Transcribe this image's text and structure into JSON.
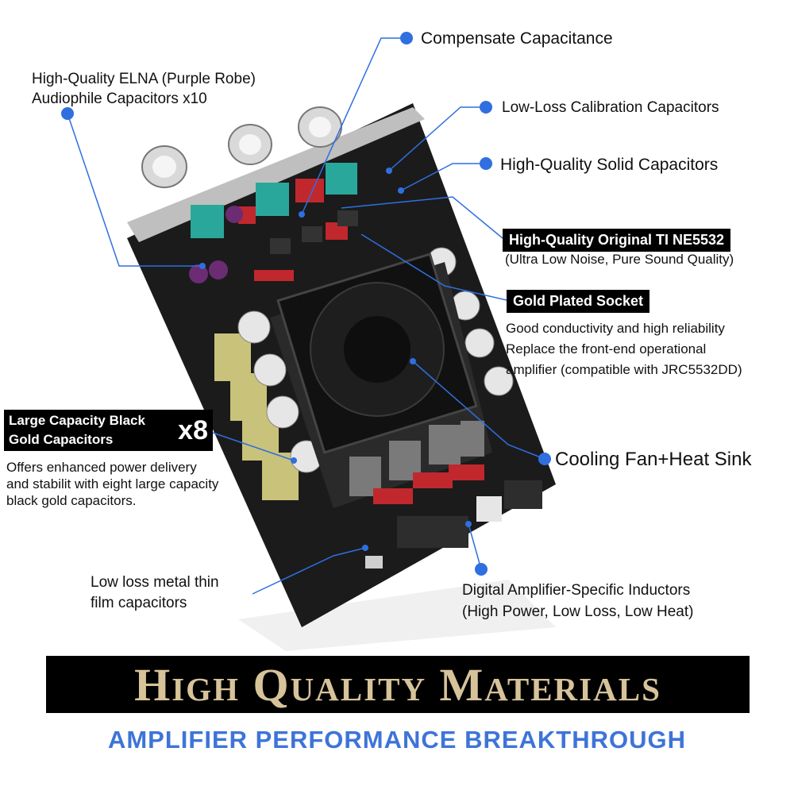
{
  "callouts": {
    "compensate": "Compensate Capacitance",
    "elna_line1": "High-Quality ELNA (Purple Robe)",
    "elna_line2": "Audiophile Capacitors x10",
    "low_loss_calibration": "Low-Loss Calibration Capacitors",
    "solid_caps": "High-Quality Solid Capacitors",
    "ne5532_title": "High-Quality Original TI NE5532",
    "ne5532_sub": "(Ultra Low Noise, Pure Sound Quality)",
    "socket_title": "Gold Plated Socket",
    "socket_line1": "Good conductivity and high reliability",
    "socket_line2": "Replace the front-end operational",
    "socket_line3": "amplifier (compatible with JRC5532DD)",
    "black_gold_line1": "Large Capacity Black",
    "black_gold_line2": "Gold Capacitors",
    "black_gold_count": "x8",
    "black_gold_desc1": "Offers enhanced power delivery",
    "black_gold_desc2": "and stabilit with eight large capacity",
    "black_gold_desc3": "black gold capacitors.",
    "cooling": "Cooling Fan+Heat Sink",
    "thin_film_line1": "Low loss metal thin",
    "thin_film_line2": "film capacitors",
    "inductors_line1": "Digital Amplifier-Specific Inductors",
    "inductors_line2": "(High Power, Low Loss, Low Heat)"
  },
  "banner": {
    "title": "High Quality Materials",
    "subtitle": "AMPLIFIER PERFORMANCE BREAKTHROUGH"
  },
  "colors": {
    "accent_blue": "#2f6fe0",
    "banner_gold": "#d7c39a",
    "subtitle_blue": "#3e74d8",
    "pcb": "#1b1b1b"
  }
}
